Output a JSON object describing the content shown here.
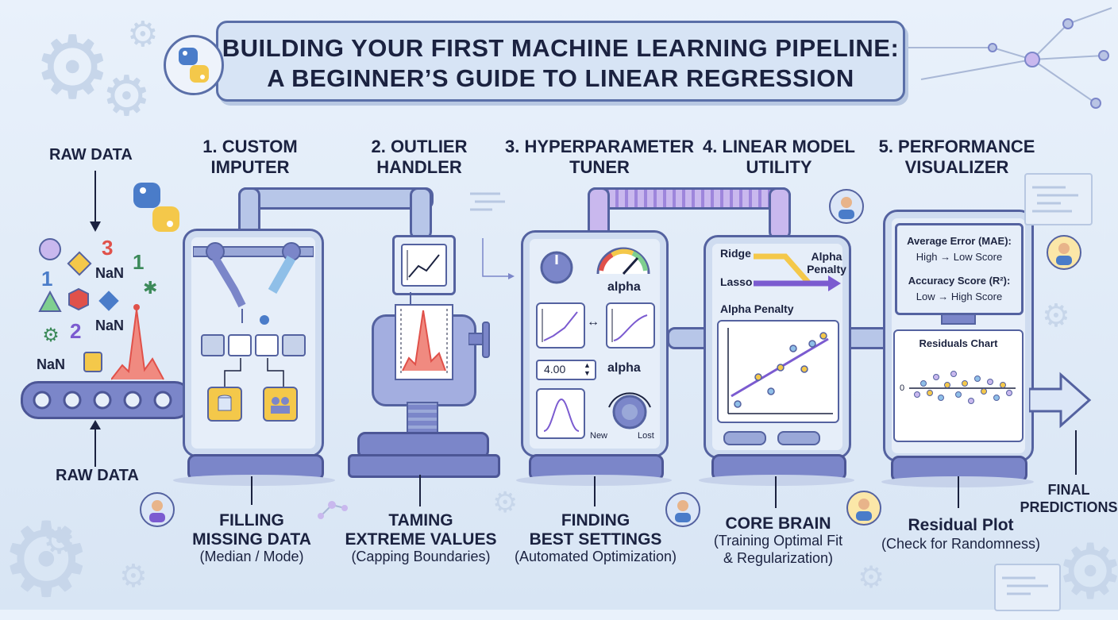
{
  "title": {
    "line1": "BUILDING YOUR FIRST MACHINE LEARNING PIPELINE:",
    "line2": "A BEGINNER’S GUIDE TO LINEAR REGRESSION"
  },
  "raw_data": {
    "top_label": "RAW DATA",
    "bottom_label": "RAW DATA",
    "tokens": [
      "3",
      "1",
      "NaN",
      "1",
      "NaN",
      "2",
      "NaN"
    ]
  },
  "stages": [
    {
      "title": "1. CUSTOM\nIMPUTER",
      "caption": "FILLING\nMISSING DATA",
      "sub": "(Median / Mode)"
    },
    {
      "title": "2. OUTLIER\nHANDLER",
      "caption": "TAMING\nEXTREME VALUES",
      "sub": "(Capping Boundaries)"
    },
    {
      "title": "3. HYPERPARAMETER\nTUNER",
      "caption": "FINDING\nBEST SETTINGS",
      "sub": "(Automated Optimization)"
    },
    {
      "title": "4. LINEAR MODEL\nUTILITY",
      "caption": "CORE BRAIN",
      "sub": "(Training Optimal Fit\n& Regularization)"
    },
    {
      "title": "5. PERFORMANCE\nVISUALIZER",
      "caption": "Residual Plot",
      "sub": "(Check for Randomness)"
    }
  ],
  "tuner": {
    "alpha_gauge_label": "alpha",
    "alpha_value": "4.00",
    "alpha_input_label": "alpha",
    "knob_left": "New",
    "knob_right": "Lost"
  },
  "model": {
    "ridge": "Ridge",
    "lasso": "Lasso",
    "alpha_penalty_arrow": "Alpha\nPenalty",
    "alpha_penalty_label": "Alpha Penalty"
  },
  "visualizer": {
    "mae_label": "Average Error (MAE):",
    "mae_value": "High → Low Score",
    "r2_label": "Accuracy Score (R²):",
    "r2_value": "Low → High Score",
    "residuals_title": "Residuals Chart",
    "zero_label": "0"
  },
  "final": {
    "label": "FINAL\nPREDICTIONS"
  },
  "colors": {
    "accent": "#5462a0",
    "purple": "#7b5bd0",
    "red": "#e0514a",
    "yellow": "#f4c84a"
  }
}
